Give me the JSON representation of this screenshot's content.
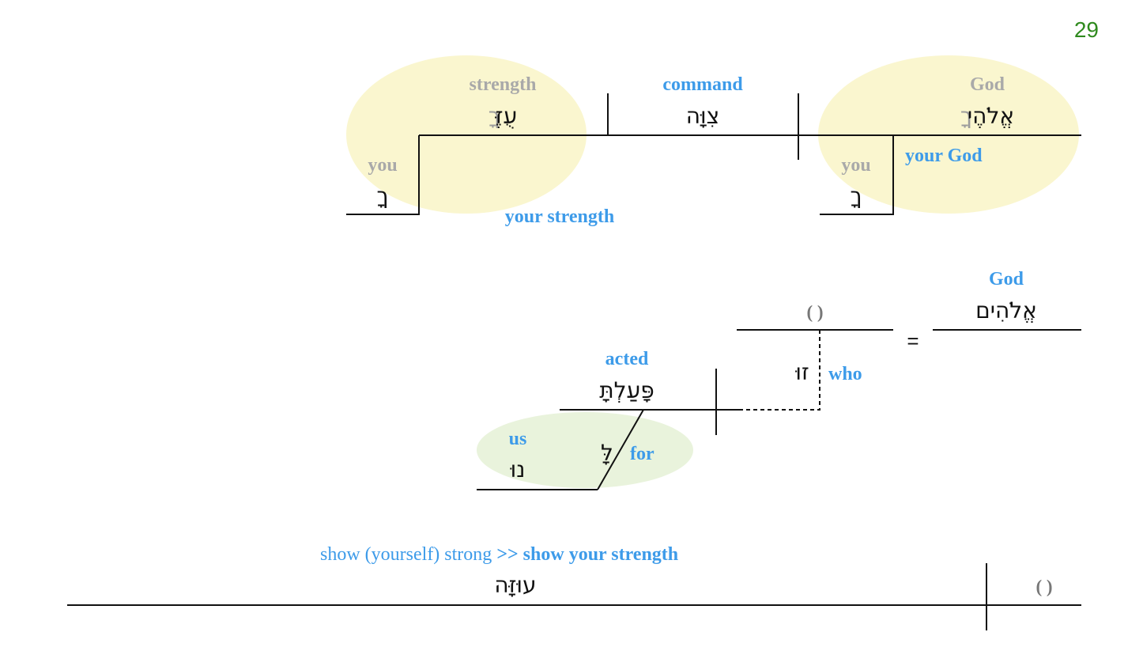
{
  "page_number": "29",
  "colors": {
    "blue_gloss": "#3d9be9",
    "gray_gloss": "#a9a9a9",
    "yellow_highlight": "#faf6cf",
    "green_highlight": "#e9f3dc",
    "page_number": "#2f8a1e"
  },
  "clause1": {
    "subject": {
      "hebrew": "אֱלֹהֶי",
      "suffix": "ךָ",
      "gloss": "God"
    },
    "subject_modifier": {
      "hebrew": "ךָ",
      "gloss": "you",
      "note": "your God"
    },
    "verb": {
      "hebrew": "צִוָּה",
      "gloss": "command"
    },
    "object": {
      "hebrew": "עֻזֶּ",
      "suffix": "ךָ",
      "gloss": "strength"
    },
    "object_modifier": {
      "hebrew": "ךָ",
      "gloss": "you",
      "note": "your strength"
    }
  },
  "clause2": {
    "subject": {
      "hebrew": "אֱלֹהִים",
      "gloss": "God"
    },
    "appositive": {
      "placeholder": "( )",
      "equals": "="
    },
    "relative": {
      "hebrew": "זוּ",
      "gloss": "who"
    },
    "verb": {
      "hebrew": "פָּעַלְתָּ",
      "gloss": "acted"
    },
    "preposition": {
      "hebrew": "לָּ",
      "gloss": "for"
    },
    "prep_object": {
      "hebrew": "נוּ",
      "gloss": "us"
    }
  },
  "clause3": {
    "note_plain": "show (yourself) strong",
    "note_arrow": ">>",
    "note_bold": "show your strength",
    "verb": {
      "hebrew": "עוּזָּה"
    },
    "subject": {
      "placeholder": "( )"
    }
  }
}
